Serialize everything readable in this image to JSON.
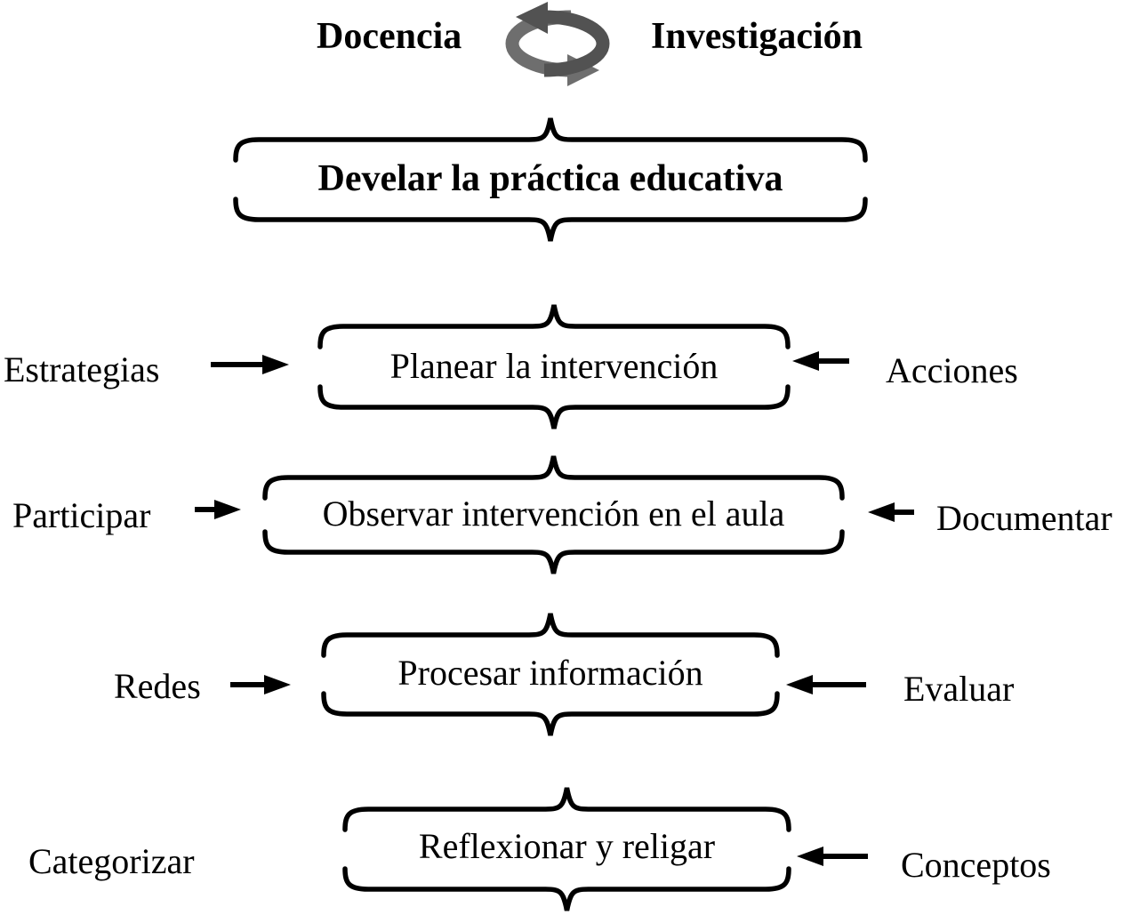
{
  "header": {
    "left_label": "Docencia",
    "right_label": "Investigación",
    "icon": "cycle-arrows-icon",
    "icon_colors": {
      "left_arrow": "#6e6e6e",
      "right_arrow": "#525252"
    }
  },
  "diagram": {
    "line_color": "#000000",
    "background": "#ffffff",
    "stages": [
      {
        "label": "Develar la práctica educativa",
        "emphasis": "bold",
        "left": null,
        "right": null
      },
      {
        "label": "Planear la intervención",
        "emphasis": "regular",
        "left": {
          "label": "Estrategias",
          "arrow": "right"
        },
        "right": {
          "label": "Acciones",
          "arrow": "left"
        }
      },
      {
        "label": "Observar intervención en el aula",
        "emphasis": "regular",
        "left": {
          "label": "Participar",
          "arrow": "right"
        },
        "right": {
          "label": "Documentar",
          "arrow": "left"
        }
      },
      {
        "label": "Procesar información",
        "emphasis": "regular",
        "left": {
          "label": "Redes",
          "arrow": "right"
        },
        "right": {
          "label": "Evaluar",
          "arrow": "left"
        }
      },
      {
        "label": "Reflexionar y religar",
        "emphasis": "regular",
        "left": {
          "label": "Categorizar",
          "arrow": "none"
        },
        "right": {
          "label": "Conceptos",
          "arrow": "left"
        }
      }
    ]
  }
}
